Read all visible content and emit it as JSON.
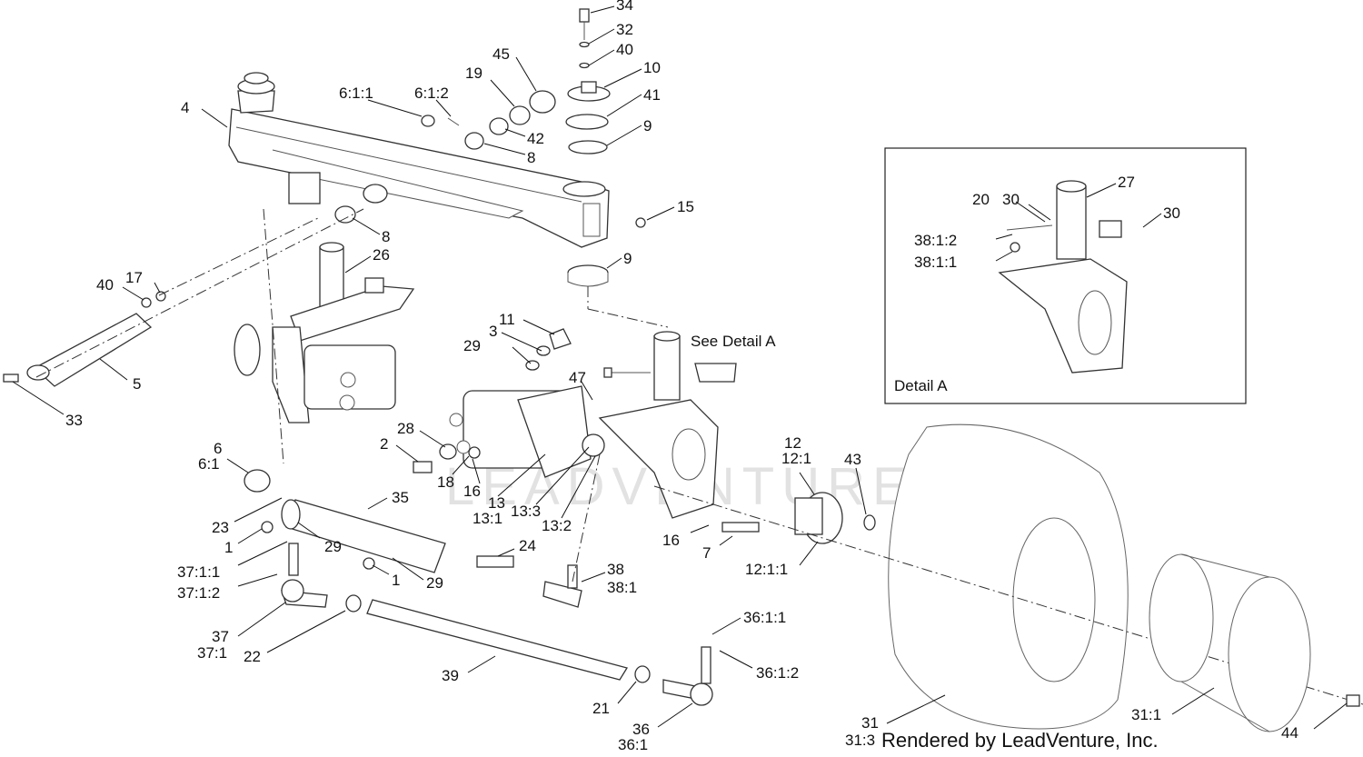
{
  "watermark": "LEADVENTURE",
  "footer": "Rendered by LeadVenture, Inc.",
  "detail_label": "Detail A",
  "see_detail": "See Detail A",
  "callouts": [
    {
      "id": "c34",
      "text": "34"
    },
    {
      "id": "c32",
      "text": "32"
    },
    {
      "id": "c40a",
      "text": "40"
    },
    {
      "id": "c10",
      "text": "10"
    },
    {
      "id": "c41",
      "text": "41"
    },
    {
      "id": "c9a",
      "text": "9"
    },
    {
      "id": "c45",
      "text": "45"
    },
    {
      "id": "c19",
      "text": "19"
    },
    {
      "id": "c42",
      "text": "42"
    },
    {
      "id": "c8a",
      "text": "8"
    },
    {
      "id": "c611",
      "text": "6:1:1"
    },
    {
      "id": "c612",
      "text": "6:1:2"
    },
    {
      "id": "c4",
      "text": "4"
    },
    {
      "id": "c8b",
      "text": "8"
    },
    {
      "id": "c15",
      "text": "15"
    },
    {
      "id": "c26",
      "text": "26"
    },
    {
      "id": "c9b",
      "text": "9"
    },
    {
      "id": "c40b",
      "text": "40"
    },
    {
      "id": "c17",
      "text": "17"
    },
    {
      "id": "c5",
      "text": "5"
    },
    {
      "id": "c33",
      "text": "33"
    },
    {
      "id": "c11",
      "text": "11"
    },
    {
      "id": "c3",
      "text": "3"
    },
    {
      "id": "c29a",
      "text": "29"
    },
    {
      "id": "c47",
      "text": "47"
    },
    {
      "id": "c28",
      "text": "28"
    },
    {
      "id": "c2",
      "text": "2"
    },
    {
      "id": "c18",
      "text": "18"
    },
    {
      "id": "c16a",
      "text": "16"
    },
    {
      "id": "c13",
      "text": "13"
    },
    {
      "id": "c131",
      "text": "13:1"
    },
    {
      "id": "c133",
      "text": "13:3"
    },
    {
      "id": "c132",
      "text": "13:2"
    },
    {
      "id": "c6",
      "text": "6"
    },
    {
      "id": "c61",
      "text": "6:1"
    },
    {
      "id": "c35",
      "text": "35"
    },
    {
      "id": "c23",
      "text": "23"
    },
    {
      "id": "c1a",
      "text": "1"
    },
    {
      "id": "c29b",
      "text": "29"
    },
    {
      "id": "c3711",
      "text": "37:1:1"
    },
    {
      "id": "c3712",
      "text": "37:1:2"
    },
    {
      "id": "c1b",
      "text": "1"
    },
    {
      "id": "c29c",
      "text": "29"
    },
    {
      "id": "c24",
      "text": "24"
    },
    {
      "id": "c38",
      "text": "38"
    },
    {
      "id": "c381",
      "text": "38:1"
    },
    {
      "id": "c16b",
      "text": "16"
    },
    {
      "id": "c7",
      "text": "7"
    },
    {
      "id": "c37",
      "text": "37"
    },
    {
      "id": "c371",
      "text": "37:1"
    },
    {
      "id": "c22",
      "text": "22"
    },
    {
      "id": "c39",
      "text": "39"
    },
    {
      "id": "c3611",
      "text": "36:1:1"
    },
    {
      "id": "c3612",
      "text": "36:1:2"
    },
    {
      "id": "c21",
      "text": "21"
    },
    {
      "id": "c36",
      "text": "36"
    },
    {
      "id": "c361",
      "text": "36:1"
    },
    {
      "id": "c12",
      "text": "12"
    },
    {
      "id": "c121",
      "text": "12:1"
    },
    {
      "id": "c43",
      "text": "43"
    },
    {
      "id": "c1211",
      "text": "12:1:1"
    },
    {
      "id": "c31",
      "text": "31"
    },
    {
      "id": "c313",
      "text": "31:3"
    },
    {
      "id": "c311",
      "text": "31:1"
    },
    {
      "id": "c44",
      "text": "44"
    },
    {
      "id": "c20",
      "text": "20"
    },
    {
      "id": "c30a",
      "text": "30"
    },
    {
      "id": "c27",
      "text": "27"
    },
    {
      "id": "c30b",
      "text": "30"
    },
    {
      "id": "c3812",
      "text": "38:1:2"
    },
    {
      "id": "c3811",
      "text": "38:1:1"
    }
  ]
}
